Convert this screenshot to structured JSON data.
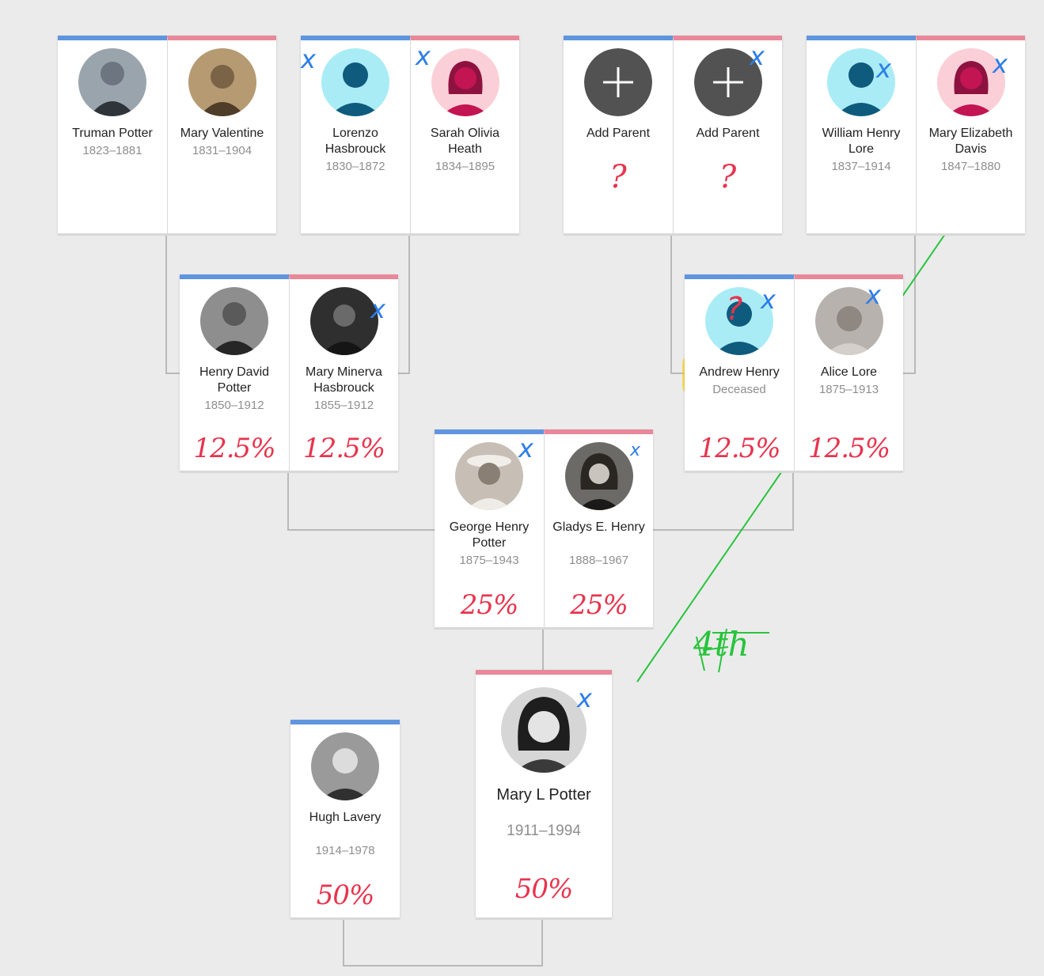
{
  "grandparents_row": [
    {
      "husband": {
        "name": "Truman Potter",
        "years": "1823–1881",
        "photo": "photo-sepia"
      },
      "wife": {
        "name": "Mary Valentine",
        "years": "1831–1904",
        "photo": "photo-sepia"
      }
    },
    {
      "husband": {
        "name": "Lorenzo Hasbrouck",
        "years": "1830–1872",
        "photo": "male-silhouette-icon"
      },
      "wife": {
        "name": "Sarah Olivia Heath",
        "years": "1834–1895",
        "photo": "female-silhouette-icon"
      }
    },
    {
      "husband": {
        "name": "Add Parent",
        "years": "",
        "photo": "add-icon"
      },
      "wife": {
        "name": "Add Parent",
        "years": "",
        "photo": "add-icon"
      }
    },
    {
      "husband": {
        "name": "William Henry Lore",
        "years": "1837–1914",
        "photo": "male-silhouette-icon"
      },
      "wife": {
        "name": "Mary Elizabeth Davis",
        "years": "1847–1880",
        "photo": "female-silhouette-icon"
      }
    }
  ],
  "parents_row": [
    {
      "husband": {
        "name": "Henry David Potter",
        "years": "1850–1912",
        "pct": "12.5%"
      },
      "wife": {
        "name": "Mary Minerva Hasbrouck",
        "years": "1855–1912",
        "pct": "12.5%"
      }
    },
    {
      "husband": {
        "name": "Andrew Henry",
        "years": "Deceased",
        "pct": "12.5%"
      },
      "wife": {
        "name": "Alice Lore",
        "years": "1875–1913",
        "pct": "12.5%"
      }
    }
  ],
  "middle_couple": {
    "husband": {
      "name": "George Henry Potter",
      "years": "1875–1943",
      "pct": "25%"
    },
    "wife": {
      "name": "Gladys E. Henry",
      "years": "1888–1967",
      "pct": "25%"
    }
  },
  "bottom_row": {
    "spouse": {
      "name": "Hugh Lavery",
      "years": "1914–1978",
      "pct": "50%"
    },
    "focus": {
      "name": "Mary L Potter",
      "years": "1911–1994",
      "pct": "50%"
    }
  },
  "annotations": {
    "question_mark": "?",
    "cross_mark": "x",
    "green_note": "4th"
  },
  "colors": {
    "male_bar": "#5f95de",
    "female_bar": "#e8889a",
    "annotation_red": "#e8334d",
    "annotation_blue": "#2b7de9",
    "annotation_green": "#28c43c",
    "highlight_yellow": "#fad228"
  }
}
